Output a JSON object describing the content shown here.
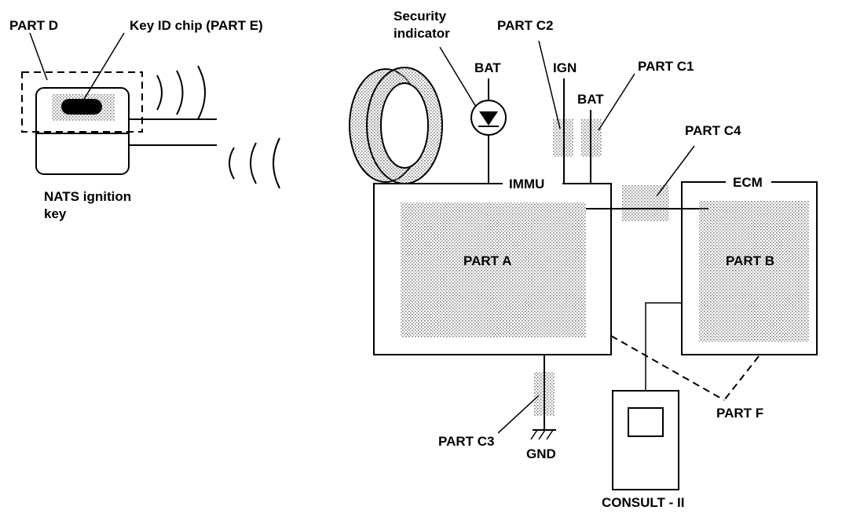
{
  "labels": {
    "part_d": "PART D",
    "key_id_chip": "Key ID chip (PART E)",
    "nats_key_line1": "NATS ignition",
    "nats_key_line2": "key",
    "security_line1": "Security",
    "security_line2": "indicator",
    "bat_indicator": "BAT",
    "part_c2": "PART C2",
    "ign": "IGN",
    "bat_immu": "BAT",
    "part_c1": "PART C1",
    "part_c4": "PART C4",
    "immu": "IMMU",
    "ecm": "ECM",
    "part_a": "PART A",
    "part_b": "PART B",
    "part_c3": "PART C3",
    "gnd": "GND",
    "part_f": "PART F",
    "consult": "CONSULT - II"
  },
  "colors": {
    "ink": "#000000",
    "shade": "#9a9a9a",
    "background": "#ffffff"
  }
}
